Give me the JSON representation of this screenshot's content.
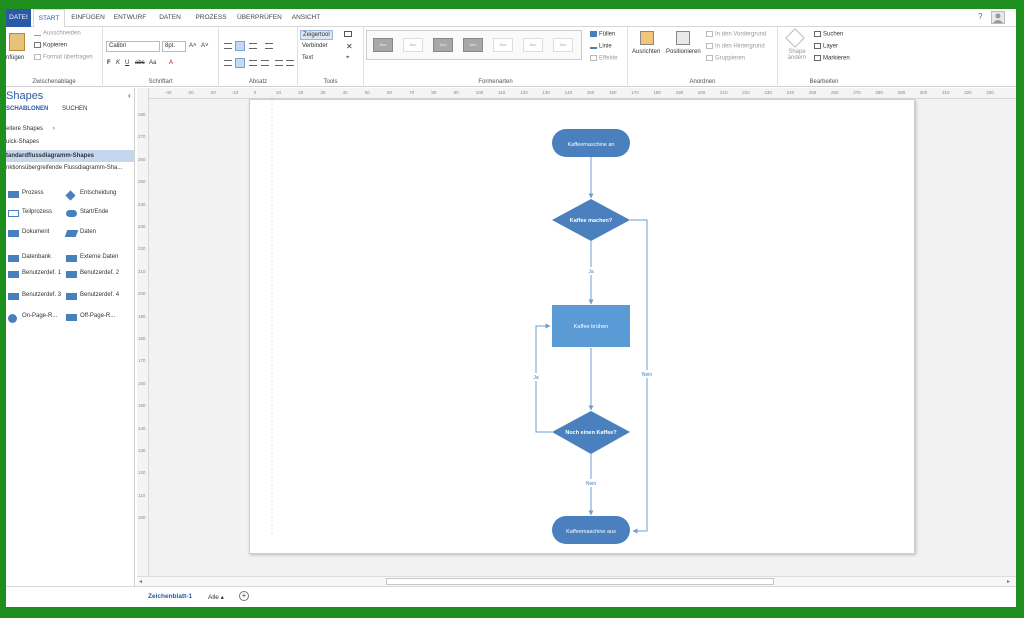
{
  "menubar": {
    "tabs": [
      "DATEI",
      "START",
      "EINFÜGEN",
      "ENTWURF",
      "DATEN",
      "PROZESS",
      "ÜBERPRÜFEN",
      "ANSICHT"
    ],
    "help": "?"
  },
  "ribbon": {
    "clipboard": {
      "paste": "nfügen",
      "cut": "Ausschneiden",
      "copy": "Kopieren",
      "format": "Format übertragen",
      "label": "Zwischenablage"
    },
    "font": {
      "family": "Calibri",
      "size": "8pt.",
      "aa": "Aa",
      "label": "Schriftart"
    },
    "paragraph": {
      "label": "Absatz"
    },
    "tools": {
      "pointer": "Zeigertool",
      "connector": "Verbinder",
      "text": "Text",
      "label": "Tools"
    },
    "shape_styles": {
      "label": "Formenarten",
      "fill": "Füllen",
      "line": "Linie",
      "effects": "Effekte",
      "swatch_text": "Abc"
    },
    "arrange": {
      "align": "Ausrichten",
      "position": "Positionieren",
      "front": "In den Vordergrund",
      "back": "In den Hintergrund",
      "group": "Gruppieren",
      "label": "Anordnen"
    },
    "edit": {
      "change_shape": "Shape ändern",
      "find": "Suchen",
      "layer": "Layer",
      "select": "Markieren",
      "label": "Bearbeiten"
    }
  },
  "left_panel": {
    "title": "Shapes",
    "tab_stencils": "SCHABLONEN",
    "tab_search": "SUCHEN",
    "more_shapes": "eitere Shapes",
    "quick_shapes": "uick-Shapes",
    "stencil_basic": "tandardflussdiagramm-Shapes",
    "stencil_cross": "nktionsübergreifende Flussdiagramm-Sha...",
    "shapes": [
      {
        "left": "Prozess",
        "right": "Entscheidung"
      },
      {
        "left": "Teilprozess",
        "right": "Start/Ende"
      },
      {
        "left": "Dokument",
        "right": "Daten"
      },
      {
        "left": "Datenbank",
        "right": "Externe Daten"
      },
      {
        "left": "Benutzerdef. 1",
        "right": "Benutzerdef. 2"
      },
      {
        "left": "Benutzerdef. 3",
        "right": "Benutzerdef. 4"
      },
      {
        "left": "On-Page-R...",
        "right": "Off-Page-R..."
      }
    ]
  },
  "rulers": {
    "h_ticks": [
      "-40",
      "-30",
      "-20",
      "-10",
      "0",
      "10",
      "20",
      "30",
      "40",
      "50",
      "60",
      "70",
      "80",
      "90",
      "100",
      "110",
      "120",
      "130",
      "140",
      "150",
      "160",
      "170",
      "180",
      "190",
      "200",
      "210",
      "220",
      "230",
      "240",
      "250",
      "260",
      "270",
      "280",
      "290",
      "300",
      "310",
      "320",
      "330"
    ],
    "v_ticks": [
      "280",
      "270",
      "260",
      "250",
      "240",
      "230",
      "220",
      "210",
      "200",
      "190",
      "180",
      "170",
      "160",
      "150",
      "140",
      "130",
      "120",
      "110",
      "100"
    ]
  },
  "flowchart": {
    "start": "Kaffeemaschine an",
    "decision1": "Kaffee machen?",
    "yes1": "Ja",
    "process": "Kaffee brühen",
    "decision2": "Noch einen Kaffee?",
    "yes2": "Ja",
    "no1": "Nein",
    "no2": "Nein",
    "end": "Kaffeemaschine aus",
    "color_shape": "#4a80bd",
    "color_process": "#5b9bd5",
    "color_line": "#6d9ed0"
  },
  "bottom": {
    "sheet_tab": "Zeichenblatt-1",
    "all_label": "Alle"
  }
}
